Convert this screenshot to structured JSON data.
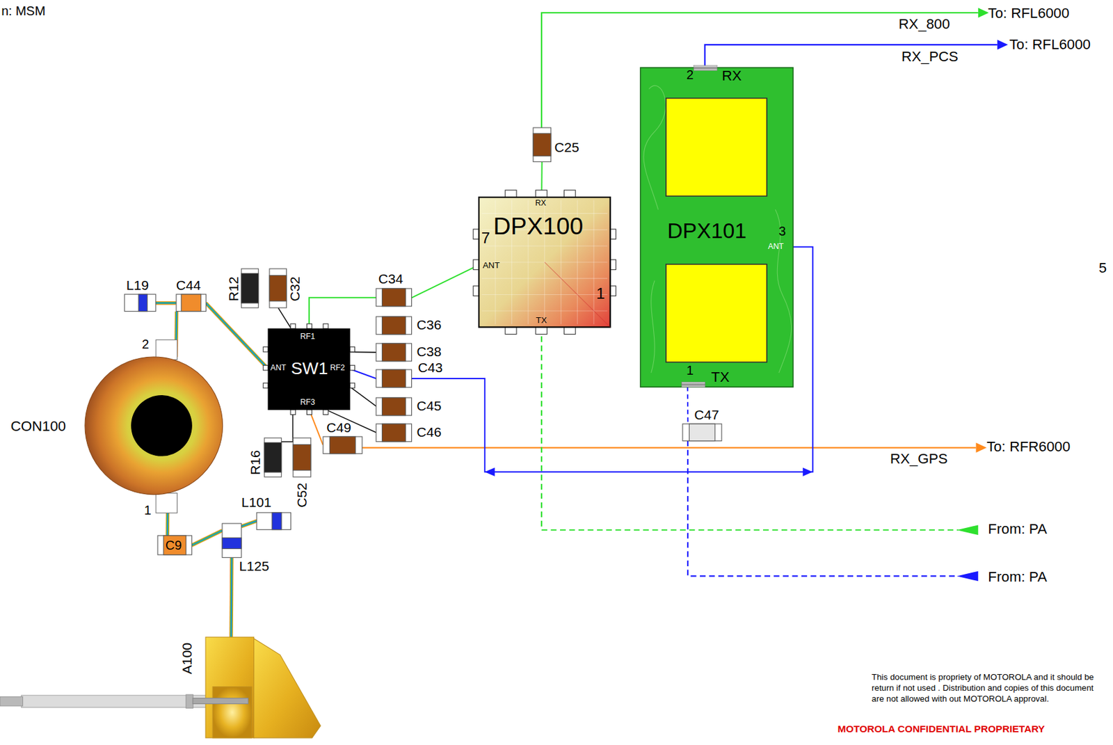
{
  "diagram": {
    "nodes": [
      {
        "text": [
          "CON100",
          "2",
          "1"
        ]
      },
      {
        "text": [
          "L19"
        ]
      },
      {
        "text": [
          "C44"
        ]
      },
      {
        "text": [
          "R12"
        ]
      },
      {
        "text": [
          "C32"
        ]
      },
      {
        "text": [
          "SW1",
          "RF1",
          "ANT",
          "RF2",
          "RF3"
        ]
      },
      {
        "text": [
          "C34"
        ]
      },
      {
        "text": [
          "C36"
        ]
      },
      {
        "text": [
          "C38"
        ]
      },
      {
        "text": [
          "C43"
        ]
      },
      {
        "text": [
          "C45"
        ]
      },
      {
        "text": [
          "C46"
        ]
      },
      {
        "text": [
          "C49"
        ]
      },
      {
        "text": [
          "R16"
        ]
      },
      {
        "text": [
          "C52"
        ]
      },
      {
        "text": [
          "DPX100",
          "RX",
          "7",
          "ANT",
          "1",
          "TX"
        ]
      },
      {
        "text": [
          "C25"
        ]
      },
      {
        "text": [
          "DPX101",
          "2",
          "RX",
          "3",
          "ANT",
          "1",
          "TX"
        ]
      },
      {
        "text": [
          "C47"
        ]
      },
      {
        "text": [
          "L101"
        ]
      },
      {
        "text": [
          "C9"
        ]
      },
      {
        "text": [
          "L125"
        ]
      },
      {
        "text": [
          "A100"
        ]
      }
    ],
    "edges": [
      {
        "from": 1,
        "to": 2,
        "arrow": "none"
      },
      {
        "from": 2,
        "to": 0,
        "arrow": "none"
      },
      {
        "from": 2,
        "to": 5,
        "arrow": "none"
      },
      {
        "from": 5,
        "to": 6,
        "arrow": "none"
      },
      {
        "from": 6,
        "to": 15,
        "arrow": "none"
      },
      {
        "from": 15,
        "to": 16,
        "arrow": "none"
      },
      {
        "from": 5,
        "to": 9,
        "arrow": "none"
      },
      {
        "from": 4,
        "to": 5,
        "arrow": "none"
      },
      {
        "from": 5,
        "to": 8,
        "arrow": "none"
      },
      {
        "from": 5,
        "to": 10,
        "arrow": "none"
      },
      {
        "from": 5,
        "to": 11,
        "arrow": "none"
      },
      {
        "from": 5,
        "to": 13,
        "arrow": "none"
      },
      {
        "from": 5,
        "to": 12,
        "arrow": "none"
      },
      {
        "from": 9,
        "to": 17,
        "arrow": "both"
      },
      {
        "from": 17,
        "to": 18,
        "arrow": "none"
      },
      {
        "from": 0,
        "to": 20,
        "arrow": "none"
      },
      {
        "from": 20,
        "to": 21,
        "arrow": "none"
      },
      {
        "from": 21,
        "to": 19,
        "arrow": "none"
      },
      {
        "from": 21,
        "to": 22,
        "arrow": "none"
      }
    ],
    "labels": [
      "n: MSM",
      "RX_800",
      "To: RFL6000",
      "RX_PCS",
      "To: RFL6000",
      "5",
      "RX_GPS",
      "To: RFR6000",
      "From: PA",
      "From: PA",
      "This document is propriety of MOTOROLA and it should be return if not used . Distribution and copies of this document are not allowed with out MOTOROLA approval.",
      "MOTOROLA CONFIDENTIAL PROPRIETARY"
    ]
  }
}
